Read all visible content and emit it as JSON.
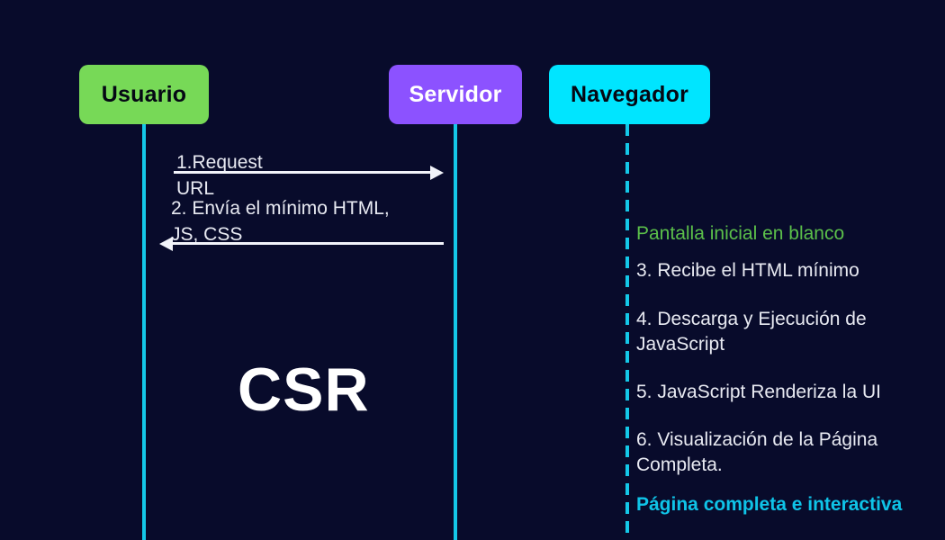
{
  "diagram": {
    "title": "CSR",
    "background_color": "#080B2B"
  },
  "actors": [
    {
      "id": "usuario",
      "label": "Usuario",
      "color": "#77D957",
      "text_color": "#050814",
      "lifeline": "solid"
    },
    {
      "id": "servidor",
      "label": "Servidor",
      "color": "#8C52FF",
      "text_color": "#FFFFFF",
      "lifeline": "solid"
    },
    {
      "id": "navegador",
      "label": "Navegador",
      "color": "#00E5FF",
      "text_color": "#050814",
      "lifeline": "dashed"
    }
  ],
  "lifeline_color": "#14C8E8",
  "messages": [
    {
      "id": "request-url",
      "label": "1.Request URL",
      "from": "usuario",
      "to": "servidor",
      "direction": "right"
    },
    {
      "id": "envia-minimo",
      "label": "2. Envía el mínimo HTML,\nJS, CSS",
      "from": "servidor",
      "to": "usuario",
      "direction": "left"
    }
  ],
  "browser_notes": [
    {
      "id": "pantalla-blanco",
      "text": "Pantalla inicial en blanco",
      "color": "#5BBF4A",
      "emphasis": "normal"
    },
    {
      "id": "recibe-html",
      "text": "3. Recibe el HTML mínimo",
      "color": "#E8EAF2",
      "emphasis": "normal"
    },
    {
      "id": "descarga-js",
      "text": "4. Descarga y Ejecución de JavaScript",
      "color": "#E8EAF2",
      "emphasis": "normal"
    },
    {
      "id": "renderiza-ui",
      "text": "5. JavaScript Renderiza la UI",
      "color": "#E8EAF2",
      "emphasis": "normal"
    },
    {
      "id": "visualizacion",
      "text": "6. Visualización de la Página Completa.",
      "color": "#E8EAF2",
      "emphasis": "normal"
    },
    {
      "id": "pagina-completa",
      "text": "Página completa e interactiva",
      "color": "#0FC4E8",
      "emphasis": "bold"
    }
  ]
}
